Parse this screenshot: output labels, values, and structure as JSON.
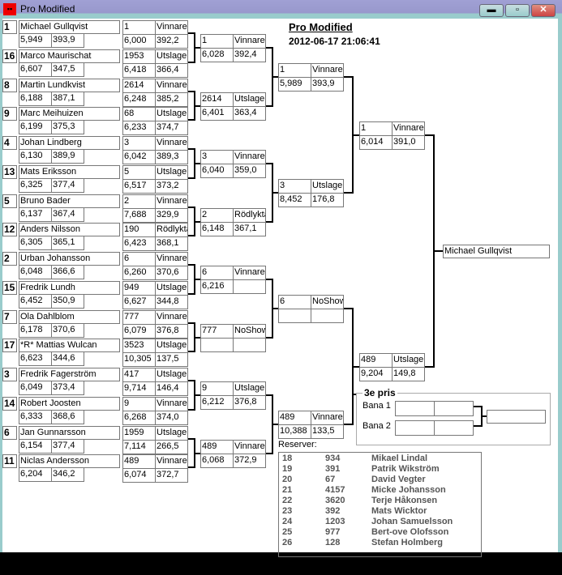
{
  "window": {
    "title": "Pro Modified",
    "buttons": {
      "minimize": "▬",
      "maximize": "▫",
      "close": "✕"
    }
  },
  "header": {
    "title": "Pro Modified ",
    "date": "2012-06-17 21:06:41"
  },
  "entrants": [
    {
      "seed": "1",
      "name": "Michael Gullqvist",
      "rt": "5,949",
      "spd": "393,9",
      "res": {
        "num": "1",
        "status": "Vinnare",
        "et": "6,000",
        "spd": "392,2"
      }
    },
    {
      "seed": "16",
      "name": "Marco Maurischat",
      "rt": "6,607",
      "spd": "347,5",
      "res": {
        "num": "1953",
        "status": "Utslagen",
        "et": "6,418",
        "spd": "366,4"
      }
    },
    {
      "seed": "8",
      "name": "Martin Lundkvist",
      "rt": "6,188",
      "spd": "387,1",
      "res": {
        "num": "2614",
        "status": "Vinnare",
        "et": "6,248",
        "spd": "385,2"
      }
    },
    {
      "seed": "9",
      "name": "Marc Meihuizen",
      "rt": "6,199",
      "spd": "375,3",
      "res": {
        "num": "68",
        "status": "Utslagen",
        "et": "6,233",
        "spd": "374,7"
      }
    },
    {
      "seed": "4",
      "name": "Johan Lindberg",
      "rt": "6,130",
      "spd": "389,9",
      "res": {
        "num": "3",
        "status": "Vinnare",
        "et": "6,042",
        "spd": "389,3"
      }
    },
    {
      "seed": "13",
      "name": "Mats Eriksson",
      "rt": "6,325",
      "spd": "377,4",
      "res": {
        "num": "5",
        "status": "Utslagen",
        "et": "6,517",
        "spd": "373,2"
      }
    },
    {
      "seed": "5",
      "name": "Bruno Bader",
      "rt": "6,137",
      "spd": "367,4",
      "res": {
        "num": "2",
        "status": "Vinnare",
        "et": "7,688",
        "spd": "329,9"
      }
    },
    {
      "seed": "12",
      "name": "Anders Nilsson",
      "rt": "6,305",
      "spd": "365,1",
      "res": {
        "num": "190",
        "status": "Rödlyktan",
        "et": "6,423",
        "spd": "368,1"
      }
    },
    {
      "seed": "2",
      "name": "Urban Johansson",
      "rt": "6,048",
      "spd": "366,6",
      "res": {
        "num": "6",
        "status": "Vinnare",
        "et": "6,260",
        "spd": "370,6"
      }
    },
    {
      "seed": "15",
      "name": "Fredrik Lundh",
      "rt": "6,452",
      "spd": "350,9",
      "res": {
        "num": "949",
        "status": "Utslagen",
        "et": "6,627",
        "spd": "344,8"
      }
    },
    {
      "seed": "7",
      "name": "Ola Dahlblom",
      "rt": "6,178",
      "spd": "370,6",
      "res": {
        "num": "777",
        "status": "Vinnare",
        "et": "6,079",
        "spd": "376,8"
      }
    },
    {
      "seed": "17",
      "name": "*R* Mattias Wulcan",
      "rt": "6,623",
      "spd": "344,6",
      "res": {
        "num": "3523",
        "status": "Utslagen",
        "et": "10,305",
        "spd": "137,5"
      }
    },
    {
      "seed": "3",
      "name": "Fredrik Fagerström",
      "rt": "6,049",
      "spd": "373,4",
      "res": {
        "num": "417",
        "status": "Utslagen",
        "et": "9,714",
        "spd": "146,4"
      }
    },
    {
      "seed": "14",
      "name": "Robert Joosten",
      "rt": "6,333",
      "spd": "368,6",
      "res": {
        "num": "9",
        "status": "Vinnare",
        "et": "6,268",
        "spd": "374,0"
      }
    },
    {
      "seed": "6",
      "name": "Jan Gunnarsson",
      "rt": "6,154",
      "spd": "377,4",
      "res": {
        "num": "1959",
        "status": "Utslagen",
        "et": "7,114",
        "spd": "266,5"
      }
    },
    {
      "seed": "11",
      "name": "Niclas Andersson",
      "rt": "6,204",
      "spd": "346,2",
      "res": {
        "num": "489",
        "status": "Vinnare",
        "et": "6,074",
        "spd": "372,7"
      }
    }
  ],
  "round2": [
    {
      "num": "1",
      "status": "Vinnare",
      "et": "6,028",
      "spd": "392,4"
    },
    {
      "num": "2614",
      "status": "Utslagen",
      "et": "6,401",
      "spd": "363,4"
    },
    {
      "num": "3",
      "status": "Vinnare",
      "et": "6,040",
      "spd": "359,0"
    },
    {
      "num": "2",
      "status": "Rödlyktan",
      "et": "6,148",
      "spd": "367,1"
    },
    {
      "num": "6",
      "status": "Vinnare",
      "et": "6,216",
      "spd": ""
    },
    {
      "num": "777",
      "status": "NoShow",
      "et": "",
      "spd": ""
    },
    {
      "num": "9",
      "status": "Utslagen",
      "et": "6,212",
      "spd": "376,8"
    },
    {
      "num": "489",
      "status": "Vinnare",
      "et": "6,068",
      "spd": "372,9"
    }
  ],
  "round3": [
    {
      "num": "1",
      "status": "Vinnare",
      "et": "5,989",
      "spd": "393,9"
    },
    {
      "num": "3",
      "status": "Utslagen",
      "et": "8,452",
      "spd": "176,8"
    },
    {
      "num": "6",
      "status": "NoShow",
      "et": "",
      "spd": ""
    },
    {
      "num": "489",
      "status": "Vinnare",
      "et": "10,388",
      "spd": "133,5"
    }
  ],
  "round4": [
    {
      "num": "1",
      "status": "Vinnare",
      "et": "6,014",
      "spd": "391,0"
    },
    {
      "num": "489",
      "status": "Utslagen",
      "et": "9,204",
      "spd": "149,8"
    }
  ],
  "final": {
    "winner": "Michael Gullqvist"
  },
  "third_place": {
    "legend": "3e pris",
    "lane1": "Bana 1",
    "lane2": "Bana 2"
  },
  "reserves": {
    "label": "Reserver:",
    "rows": [
      [
        "18",
        "934",
        "Mikael Lindal"
      ],
      [
        "19",
        "391",
        "Patrik Wikström"
      ],
      [
        "20",
        "67",
        "David Vegter"
      ],
      [
        "21",
        "4157",
        "Micke Johansson"
      ],
      [
        "22",
        "3620",
        "Terje Håkonsen"
      ],
      [
        "23",
        "392",
        "Mats Wicktor"
      ],
      [
        "24",
        "1203",
        "Johan Samuelsson"
      ],
      [
        "25",
        "977",
        "Bert-ove Olofsson"
      ],
      [
        "26",
        "128",
        "Stefan Holmberg"
      ]
    ]
  }
}
